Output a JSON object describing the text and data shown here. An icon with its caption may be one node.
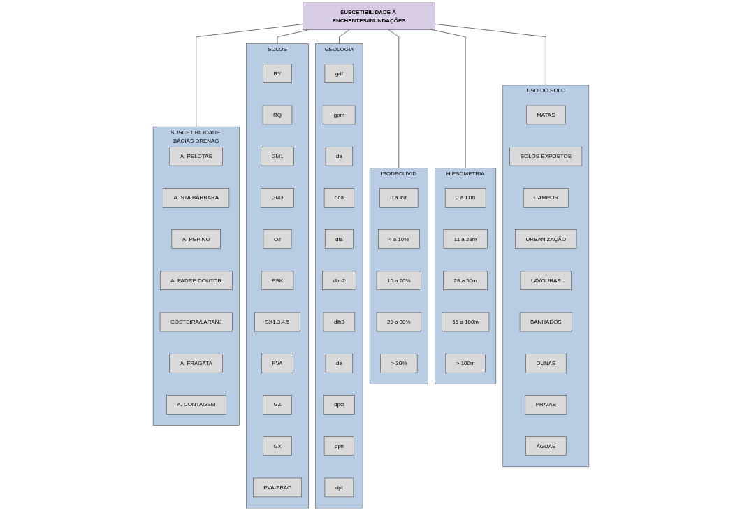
{
  "diagram": {
    "nodes": [
      {
        "text": [
          "SUSCETIBILIDADE À ENCHENTES/INUNDAÇÕES"
        ]
      },
      {
        "text": [
          "SUSCETIBILIDADE BÁCIAS DRENAG"
        ]
      },
      {
        "text": [
          "A. PELOTAS"
        ],
        "in": 1
      },
      {
        "text": [
          "A. STA BÁRBARA"
        ],
        "in": 1
      },
      {
        "text": [
          "A. PEPINO"
        ],
        "in": 1
      },
      {
        "text": [
          "A. PADRE DOUTOR"
        ],
        "in": 1
      },
      {
        "text": [
          "COSTEIRA/LARANJ"
        ],
        "in": 1
      },
      {
        "text": [
          "A. FRAGATA"
        ],
        "in": 1
      },
      {
        "text": [
          "A. CONTAGEM"
        ],
        "in": 1
      },
      {
        "text": [
          "SOLOS"
        ]
      },
      {
        "text": [
          "RY"
        ],
        "in": 9
      },
      {
        "text": [
          "RQ"
        ],
        "in": 9
      },
      {
        "text": [
          "GM1"
        ],
        "in": 9
      },
      {
        "text": [
          "GM3"
        ],
        "in": 9
      },
      {
        "text": [
          "OJ"
        ],
        "in": 9
      },
      {
        "text": [
          "ESK"
        ],
        "in": 9
      },
      {
        "text": [
          "SX1,3,4,5"
        ],
        "in": 9
      },
      {
        "text": [
          "PVA"
        ],
        "in": 9
      },
      {
        "text": [
          "GZ"
        ],
        "in": 9
      },
      {
        "text": [
          "GX"
        ],
        "in": 9
      },
      {
        "text": [
          "PVA-PBAC"
        ],
        "in": 9
      },
      {
        "text": [
          "GEOLOGIA"
        ]
      },
      {
        "text": [
          "gdf"
        ],
        "in": 21
      },
      {
        "text": [
          "gpm"
        ],
        "in": 21
      },
      {
        "text": [
          "da"
        ],
        "in": 21
      },
      {
        "text": [
          "dca"
        ],
        "in": 21
      },
      {
        "text": [
          "dla"
        ],
        "in": 21
      },
      {
        "text": [
          "dbp2"
        ],
        "in": 21
      },
      {
        "text": [
          "dlb3"
        ],
        "in": 21
      },
      {
        "text": [
          "de"
        ],
        "in": 21
      },
      {
        "text": [
          "dpcl"
        ],
        "in": 21
      },
      {
        "text": [
          "dpfl"
        ],
        "in": 21
      },
      {
        "text": [
          "dpt"
        ],
        "in": 21
      },
      {
        "text": [
          "ISODECLIVID"
        ]
      },
      {
        "text": [
          "0 a 4%"
        ],
        "in": 33
      },
      {
        "text": [
          "4 a 10%"
        ],
        "in": 33
      },
      {
        "text": [
          "10 a 20%"
        ],
        "in": 33
      },
      {
        "text": [
          "20 a 30%"
        ],
        "in": 33
      },
      {
        "text": [
          "> 30%"
        ],
        "in": 33
      },
      {
        "text": [
          "HIPSOMETRIA"
        ]
      },
      {
        "text": [
          "0 a 11m"
        ],
        "in": 39
      },
      {
        "text": [
          "11 a 28m"
        ],
        "in": 39
      },
      {
        "text": [
          "28 a 56m"
        ],
        "in": 39
      },
      {
        "text": [
          "56 a 100m"
        ],
        "in": 39
      },
      {
        "text": [
          "> 100m"
        ],
        "in": 39
      },
      {
        "text": [
          "USO DO SOLO"
        ]
      },
      {
        "text": [
          "MATAS"
        ],
        "in": 45
      },
      {
        "text": [
          "SOLOS EXPOSTOS"
        ],
        "in": 45
      },
      {
        "text": [
          "CAMPOS"
        ],
        "in": 45
      },
      {
        "text": [
          "URBANIZAÇÃO"
        ],
        "in": 45
      },
      {
        "text": [
          "LAVOURAS"
        ],
        "in": 45
      },
      {
        "text": [
          "BANHADOS"
        ],
        "in": 45
      },
      {
        "text": [
          "DUNAS"
        ],
        "in": 45
      },
      {
        "text": [
          "PRAIAS"
        ],
        "in": 45
      },
      {
        "text": [
          "ÁGUAS"
        ],
        "in": 45
      }
    ],
    "edges": [
      {
        "from": 0,
        "to": 1,
        "arrow": "none"
      },
      {
        "from": 0,
        "to": 9,
        "arrow": "none"
      },
      {
        "from": 0,
        "to": 21,
        "arrow": "none"
      },
      {
        "from": 0,
        "to": 33,
        "arrow": "none"
      },
      {
        "from": 0,
        "to": 39,
        "arrow": "none"
      },
      {
        "from": 0,
        "to": 45,
        "arrow": "none"
      }
    ]
  }
}
